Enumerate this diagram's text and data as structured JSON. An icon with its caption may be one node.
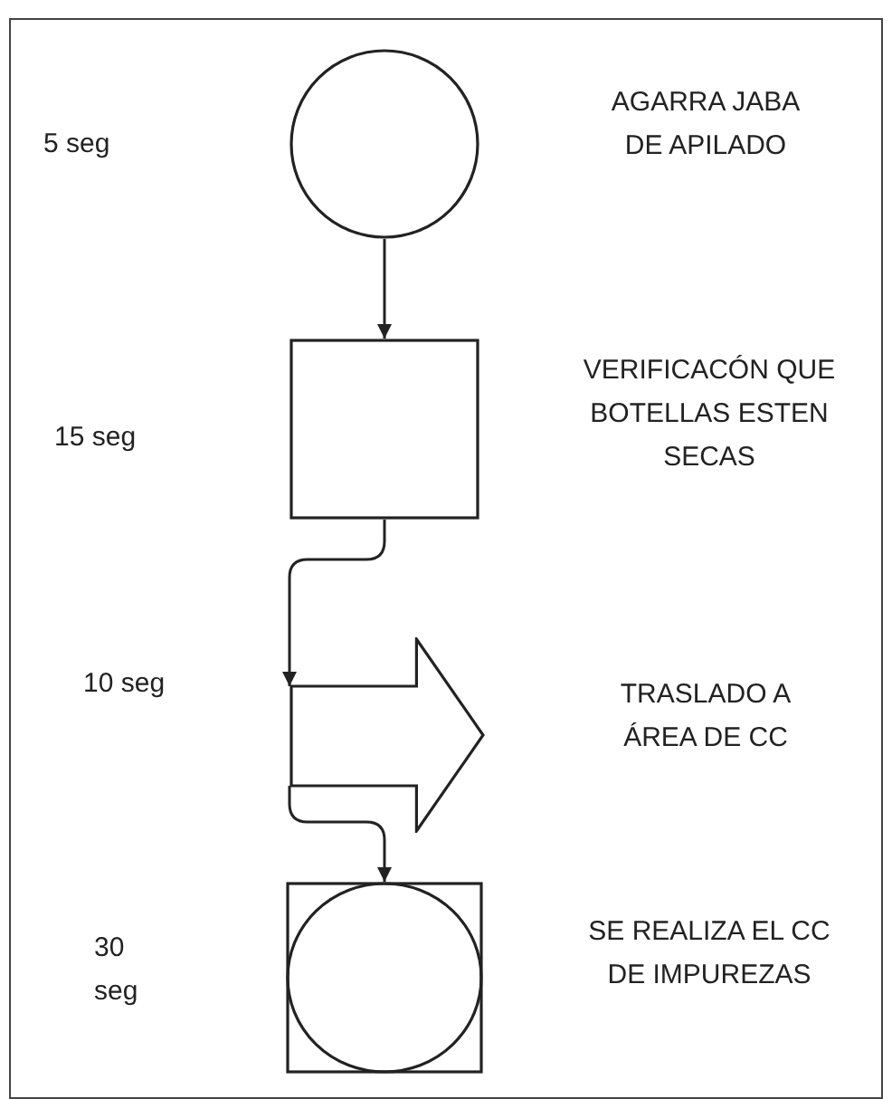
{
  "diagram": {
    "nodes": [
      {
        "text": [],
        "shape": "circle"
      },
      {
        "text": [],
        "shape": "box"
      },
      {
        "text": [],
        "shape": "arrow"
      },
      {
        "text": [],
        "shape": "box"
      },
      {
        "text": [],
        "shape": "circle",
        "in": 3
      }
    ],
    "edges": [
      {
        "from": 0,
        "to": 1,
        "arrow": "to"
      },
      {
        "from": 1,
        "to": 2,
        "arrow": "to"
      },
      {
        "from": 2,
        "to": 3,
        "arrow": "to"
      }
    ],
    "labels": [
      "5 seg",
      "AGARRA JABA DE APILADO",
      "15 seg",
      "VERIFICACÓN QUE BOTELLAS ESTEN SECAS",
      "10 seg",
      "TRASLADO A ÁREA DE CC",
      "30 seg",
      "SE REALIZA EL CC DE IMPUREZAS"
    ]
  }
}
